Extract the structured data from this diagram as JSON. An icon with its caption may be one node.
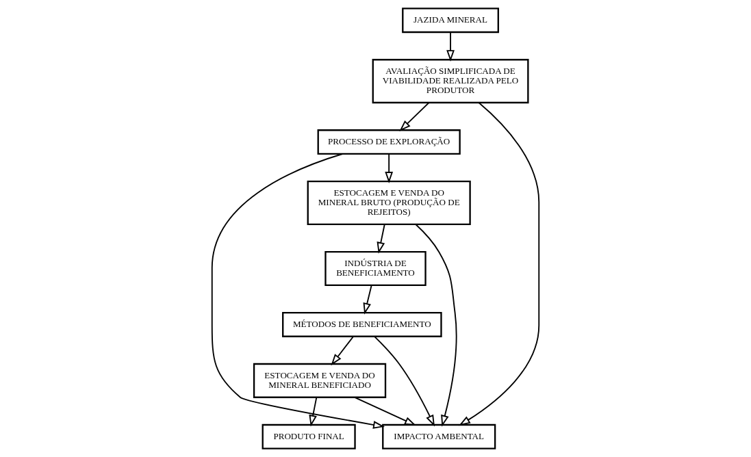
{
  "diagram": {
    "nodes": [
      {
        "text": [
          "JAZIDA MINERAL"
        ]
      },
      {
        "text": [
          "PROCESSO DE EXPLORAÇÃO"
        ]
      },
      {
        "text": [
          "ESTOCAGEM E VENDA DO MINERAL BRUTO (PRODUÇÃO DE REJEITOS)"
        ]
      },
      {
        "text": [
          "AVALIAÇÃO SIMPLIFICADA DE VIABILIDADE REALIZADA PELO PRODUTOR"
        ]
      },
      {
        "text": [
          "IMPACTO AMBENTAL"
        ]
      },
      {
        "text": [
          "INDÚSTRIA DE BENEFICIAMENTO"
        ]
      },
      {
        "text": [
          "PRODUTO FINAL"
        ]
      },
      {
        "text": [
          "ESTOCAGEM E VENDA DO MINERAL BENEFICIADO"
        ]
      },
      {
        "text": [
          "MÉTODOS DE BENEFICIAMENTO"
        ]
      }
    ],
    "edges": [
      {
        "from": 0,
        "to": 3,
        "arrow": "to"
      },
      {
        "from": 3,
        "to": 1,
        "arrow": "to"
      },
      {
        "from": 1,
        "to": 2,
        "arrow": "to"
      },
      {
        "from": 1,
        "to": 4,
        "arrow": "to"
      },
      {
        "from": 2,
        "to": 4,
        "arrow": "to"
      },
      {
        "from": 3,
        "to": 4,
        "arrow": "to"
      },
      {
        "from": 2,
        "to": 5,
        "arrow": "to"
      },
      {
        "from": 5,
        "to": 8,
        "arrow": "to"
      },
      {
        "from": 8,
        "to": 4,
        "arrow": "to"
      },
      {
        "from": 8,
        "to": 7,
        "arrow": "to"
      },
      {
        "from": 7,
        "to": 4,
        "arrow": "to"
      },
      {
        "from": 7,
        "to": 6,
        "arrow": "to"
      }
    ]
  }
}
